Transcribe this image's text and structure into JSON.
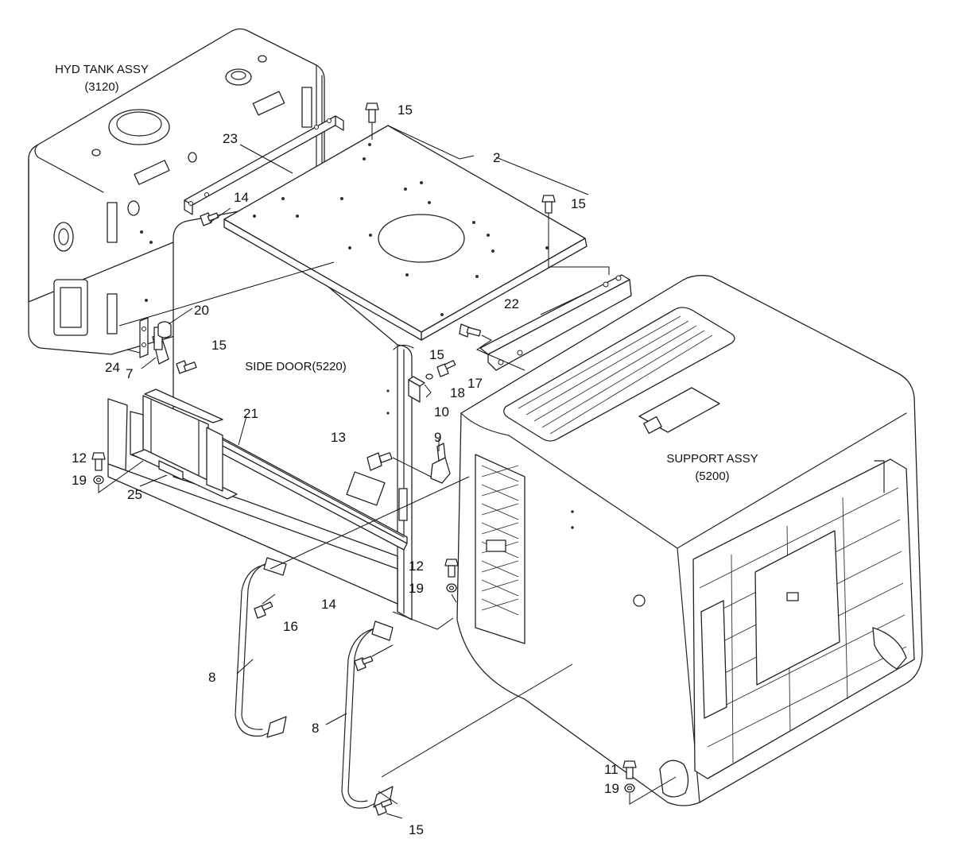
{
  "assemblies": [
    {
      "key": "hyd_tank",
      "name": "HYD TANK ASSY",
      "code": "(3120)"
    },
    {
      "key": "side_door",
      "name": "SIDE DOOR(5220)",
      "code": ""
    },
    {
      "key": "support",
      "name": "SUPPORT ASSY",
      "code": "(5200)"
    }
  ],
  "callouts": [
    "2",
    "7",
    "8",
    "8",
    "9",
    "10",
    "11",
    "12",
    "12",
    "13",
    "14",
    "14",
    "15",
    "15",
    "15",
    "15",
    "15",
    "16",
    "17",
    "18",
    "19",
    "19",
    "19",
    "20",
    "21",
    "22",
    "23",
    "24",
    "25"
  ]
}
